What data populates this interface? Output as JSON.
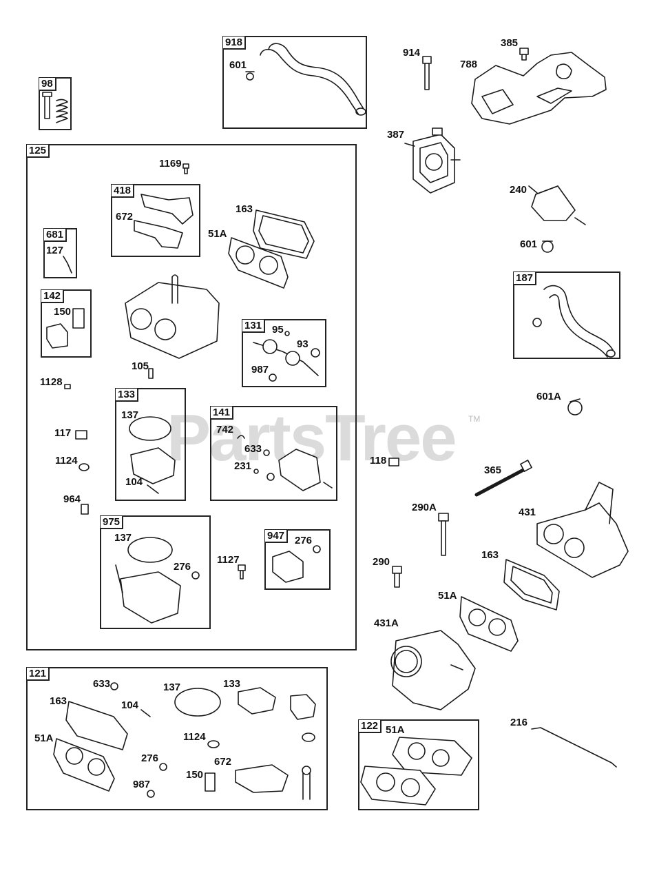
{
  "watermark": {
    "text": "PartsTree",
    "tm": "TM"
  },
  "boxes": {
    "b98": "98",
    "b918": "918",
    "b125": "125",
    "b418": "418",
    "b681": "681",
    "b142": "142",
    "b131": "131",
    "b133": "133",
    "b141": "141",
    "b975": "975",
    "b947": "947",
    "b187": "187",
    "b121": "121",
    "b122": "122"
  },
  "callouts": {
    "c601_918": "601",
    "c914": "914",
    "c385": "385",
    "c788": "788",
    "c387": "387",
    "c1169": "1169",
    "c672_418": "672",
    "c163_top": "163",
    "c51a_top": "51A",
    "c127": "127",
    "c150_142": "150",
    "c95": "95",
    "c93": "93",
    "c987_131": "987",
    "c105": "105",
    "c1128": "1128",
    "c137_133": "137",
    "c104_133": "104",
    "c742": "742",
    "c633_141": "633",
    "c231": "231",
    "c117": "117",
    "c1124_125": "1124",
    "c964": "964",
    "c137_975": "137",
    "c276_975": "276",
    "c1127": "1127",
    "c276_947": "276",
    "c240": "240",
    "c601_right": "601",
    "c601a": "601A",
    "c118": "118",
    "c365": "365",
    "c290a": "290A",
    "c431": "431",
    "c163_right": "163",
    "c290": "290",
    "c51a_right": "51A",
    "c431a": "431A",
    "c633_121": "633",
    "c137_121": "137",
    "c133_121": "133",
    "c163_121": "163",
    "c104_121": "104",
    "c51a_121": "51A",
    "c1124_121": "1124",
    "c276_121": "276",
    "c672_121": "672",
    "c150_121": "150",
    "c987_121": "987",
    "c51a_122": "51A",
    "c216": "216"
  }
}
